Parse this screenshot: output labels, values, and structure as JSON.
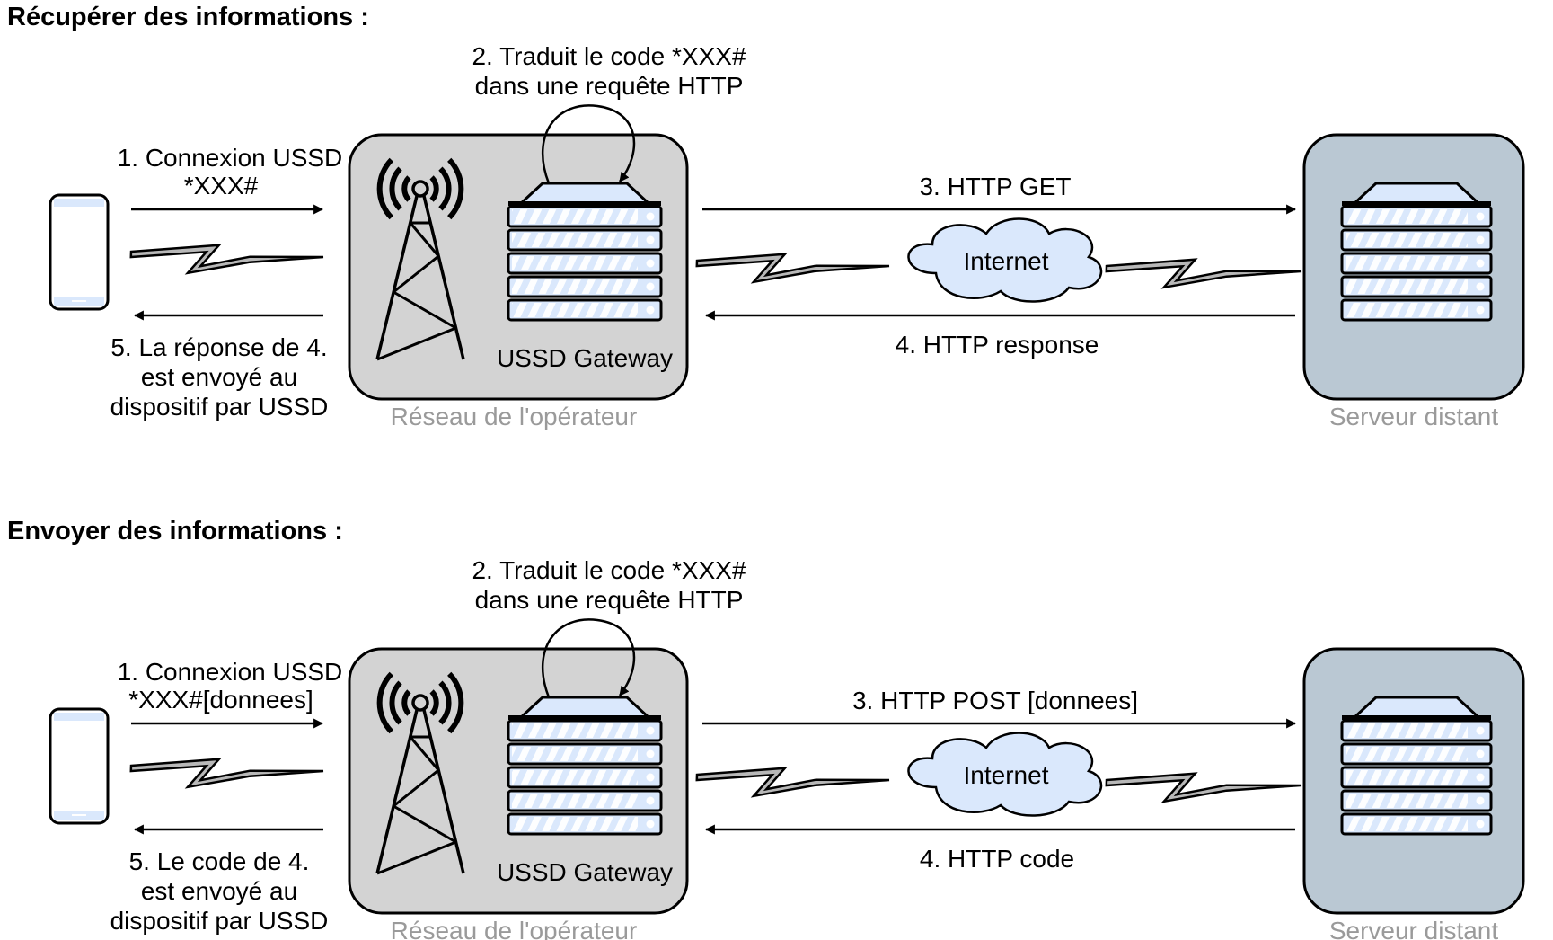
{
  "colors": {
    "operator_box": "#d3d3d3",
    "server_box": "#bac8d3",
    "server_unit": "#dae8fc",
    "cloud": "#dae8fc",
    "caption": "#9a9a9a"
  },
  "sections": [
    {
      "title": "Récupérer des informations :",
      "step1": [
        "1. Connexion USSD",
        "*XXX#"
      ],
      "step2": [
        "2. Traduit le code *XXX#",
        "dans une requête HTTP"
      ],
      "step3": "3. HTTP GET",
      "step4": "4. HTTP response",
      "step5": [
        "5. La réponse de 4.",
        "est envoyé au",
        "dispositif par USSD"
      ],
      "gateway_label": "USSD Gateway",
      "internet_label": "Internet",
      "operator_caption": "Réseau de l'opérateur",
      "server_caption": "Serveur distant"
    },
    {
      "title": "Envoyer des informations :",
      "step1": [
        "1. Connexion USSD",
        "*XXX#[donnees]"
      ],
      "step2": [
        "2. Traduit le code *XXX#",
        "dans une requête HTTP"
      ],
      "step3": "3. HTTP POST [donnees]",
      "step4": "4. HTTP code",
      "step5": [
        "5. Le code de 4.",
        "est envoyé au",
        "dispositif par USSD"
      ],
      "gateway_label": "USSD Gateway",
      "internet_label": "Internet",
      "operator_caption": "Réseau de l'opérateur",
      "server_caption": "Serveur distant"
    }
  ]
}
